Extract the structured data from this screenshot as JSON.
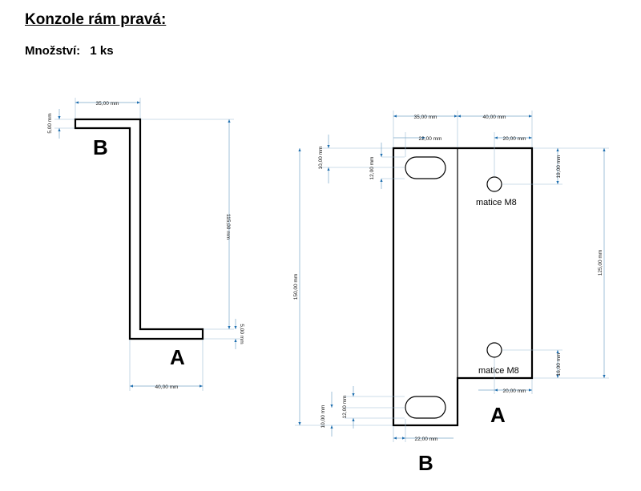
{
  "title": "Konzole rám pravá:",
  "quantity": {
    "label": "Množství:",
    "value": "1 ks"
  },
  "labels": {
    "end_a": "A",
    "end_b": "B",
    "nut": "matice M8"
  },
  "side_view": {
    "dims": {
      "top_width": "35,00 mm",
      "top_thickness": "5,00 mm",
      "height": "115,00 mm",
      "bottom_thickness": "5,00 mm",
      "bottom_width": "40,00 mm"
    }
  },
  "flat_view": {
    "dims": {
      "left_width": "35,00 mm",
      "right_width": "40,00 mm",
      "slot_top_x": "22,00 mm",
      "hole_x_top": "20,00 mm",
      "slot_top_y": "10,00 mm",
      "slot_top_h": "12,00 mm",
      "hole_top_y": "19,00 mm",
      "right_height": "125,00 mm",
      "total_height": "150,00 mm",
      "hole_bottom_y": "16,00 mm",
      "hole_x_bottom": "20,00 mm",
      "slot_bottom_h": "12,00 mm",
      "slot_bottom_y": "10,00 mm",
      "slot_bottom_x": "22,00 mm"
    }
  }
}
